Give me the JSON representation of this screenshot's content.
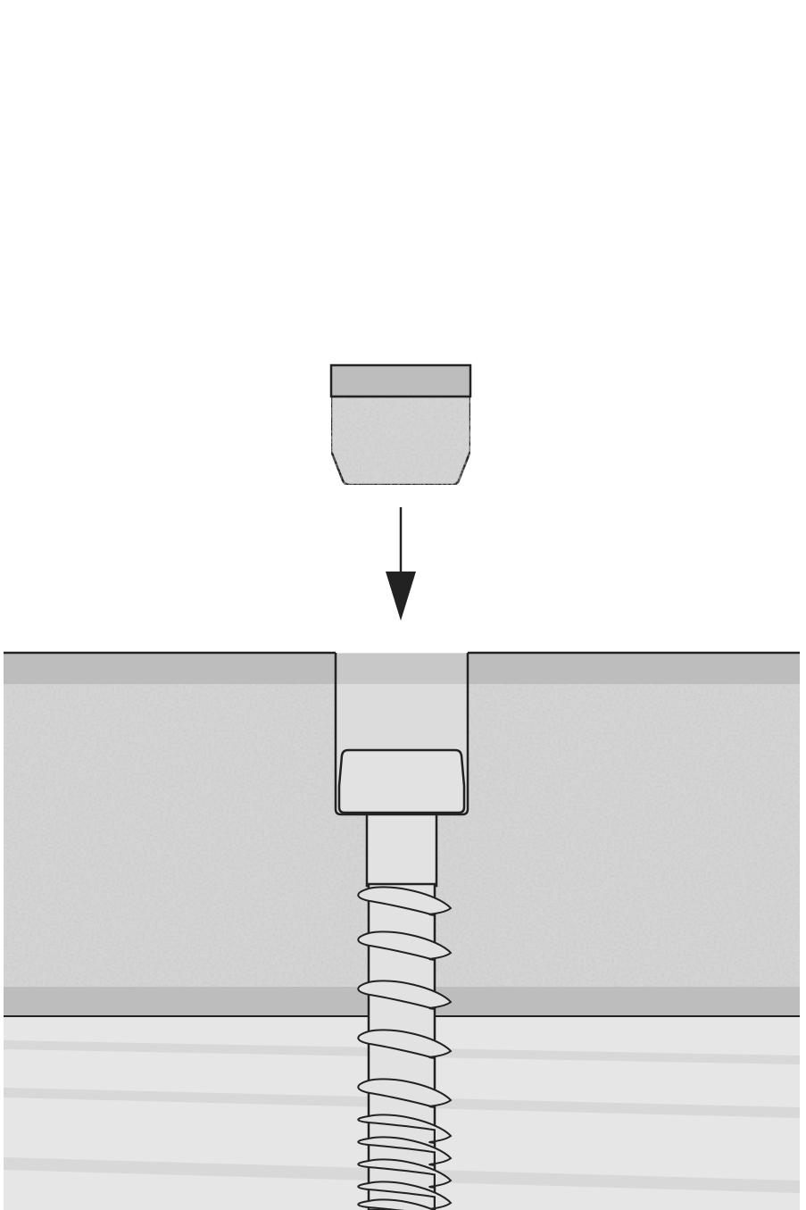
{
  "colors": {
    "background": "#ffffff",
    "outline": "#222222",
    "band": "#bdbdbd",
    "foam": "#d4d4d4",
    "substrate": "#e6e6e6",
    "substrate_streak": "#d6d6d6",
    "hole": "#dcdcdc",
    "screw": "#e2e2e2",
    "arrow": "#222222"
  },
  "icons": {
    "plug": "cap-plug",
    "arrow": "arrow-down",
    "screw": "countersunk-screw"
  }
}
